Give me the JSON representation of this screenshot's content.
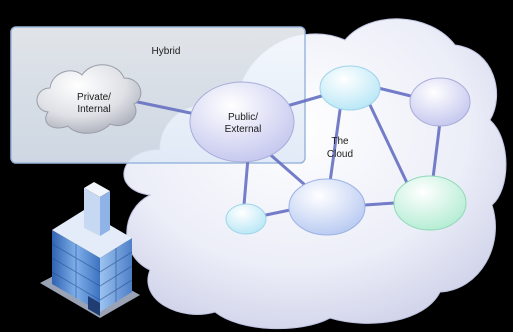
{
  "labels": {
    "hybrid": "Hybrid",
    "private_line1": "Private/",
    "private_line2": "Internal",
    "public_line1": "Public/",
    "public_line2": "External",
    "cloud_line1": "The",
    "cloud_line2": "Cloud"
  },
  "colors": {
    "background": "#000000",
    "cloud_fill": "#e6e8f6",
    "hybrid_box_fill": "#edf3fb",
    "hybrid_box_border": "#9bb7dd",
    "link": "#6670c2",
    "node_lavender": "#d2d3f2",
    "node_cyan": "#cfeef8",
    "node_blue": "#c6d4f4",
    "node_green": "#cdf1e0",
    "private_cloud": "#d9dbe0",
    "building_glass": "#4f86d0"
  },
  "icons": [
    "public-cloud-icon",
    "private-cloud-icon",
    "building-icon"
  ]
}
